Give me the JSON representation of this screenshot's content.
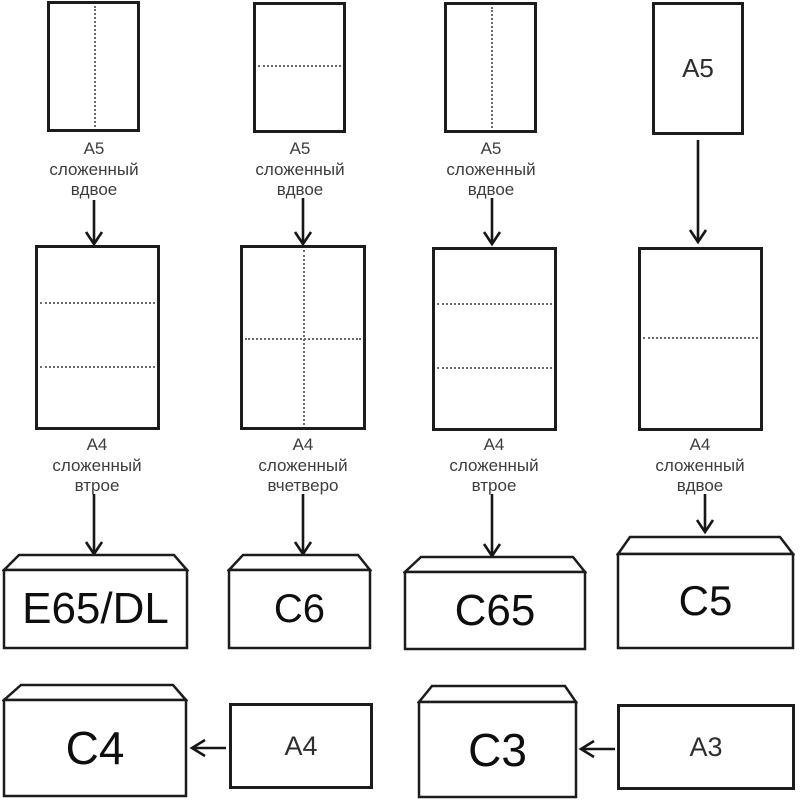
{
  "colors": {
    "highlight_envelope_body": "#f7a09c",
    "highlight_envelope_flap": "#f8aba7",
    "outline": "#1c1c1c",
    "fold_line": "#6a6a6a",
    "caption_text": "#3d3d3d"
  },
  "columns": [
    {
      "a5_fold": "vertical-half",
      "a5_caption": "A5\nсложенный\nвдвое",
      "a4_fold": "horizontal-thirds",
      "a4_caption": "A4\nсложенный\nвтрое",
      "envelope": "E65/DL",
      "highlighted": false
    },
    {
      "a5_fold": "horizontal-half",
      "a5_caption": "A5\nсложенный\nвдвое",
      "a4_fold": "quarters-cross",
      "a4_caption": "A4\nсложенный\nвчетверо",
      "envelope": "C6",
      "highlighted": false
    },
    {
      "a5_fold": "vertical-half",
      "a5_caption": "A5\nсложенный\nвдвое",
      "a4_fold": "horizontal-thirds",
      "a4_caption": "A4\nсложенный\nвтрое",
      "envelope": "C65",
      "highlighted": false
    },
    {
      "a5_sheet_text": "A5",
      "a5_fold": "none",
      "a4_fold": "horizontal-half",
      "a4_caption": "A4\nсложенный\nвдвое",
      "envelope": "C5",
      "highlighted": true
    }
  ],
  "bottom_row": {
    "left": {
      "envelope": "C4",
      "sheet": "A4"
    },
    "right": {
      "envelope": "C3",
      "sheet": "A3"
    }
  }
}
